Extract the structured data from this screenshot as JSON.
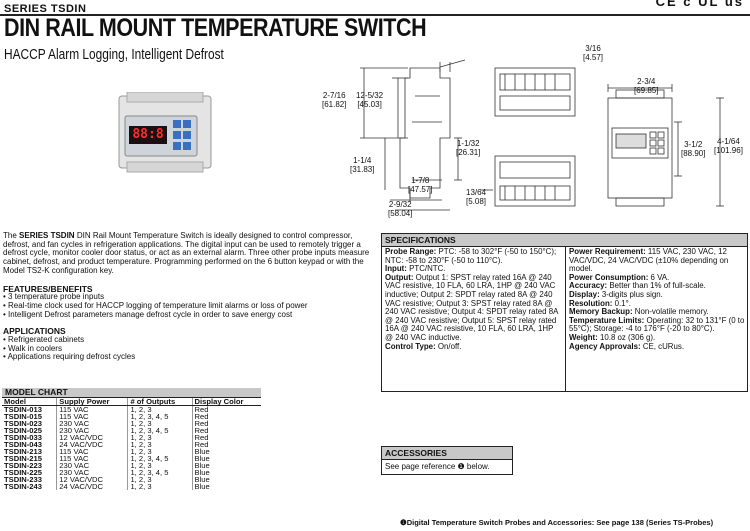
{
  "header": {
    "series": "SERIES TSDIN",
    "title": "DIN RAIL MOUNT TEMPERATURE SWITCH",
    "subtitle": "HACCP Alarm Logging, Intelligent Defrost",
    "certs": "CE c UL us"
  },
  "device": {
    "display": "88:8"
  },
  "dims": {
    "d1": "3/16",
    "d1m": "[4.57]",
    "d2": "2-7/16",
    "d2m": "[61.82]",
    "d3": "12-5/32",
    "d3m": "[45.03]",
    "d4": "2-3/4",
    "d4m": "[69.85]",
    "d5": "1-1/32",
    "d5m": "[26.31]",
    "d6": "1-1/4",
    "d6m": "[31.83]",
    "d7": "1-7/8",
    "d7m": "[47.57]",
    "d8": "2-9/32",
    "d8m": "[58.04]",
    "d9": "13/64",
    "d9m": "[5.08]",
    "d10": "3-1/2",
    "d10m": "[88.90]",
    "d11": "4-1/64",
    "d11m": "[101.96]"
  },
  "description": {
    "lead_bold": "SERIES TSDIN",
    "lead_pre": "The ",
    "text": " DIN Rail Mount Temperature Switch is ideally designed to control compressor, defrost, and fan cycles in refrigeration applications. The digital input can be used to remotely trigger a defrost cycle, monitor cooler door status, or act as an external alarm. Three other probe inputs measure cabinet, defrost, and product temperature. Programming performed on the 6 button keypad or with the Model TS2-K configuration key."
  },
  "features": {
    "title": "FEATURES/BENEFITS",
    "items": [
      "• 3 temperature probe inputs",
      "• Real-time clock used for HACCP logging of temperature limit alarms or loss of power",
      "• Intelligent Defrost parameters manage defrost cycle in order to save energy cost"
    ]
  },
  "applications": {
    "title": "APPLICATIONS",
    "items": [
      "• Refrigerated cabinets",
      "• Walk in coolers",
      "• Applications requiring defrost cycles"
    ]
  },
  "model_chart": {
    "caption": "MODEL CHART",
    "headers": [
      "Model",
      "Supply Power",
      "# of Outputs",
      "Display Color"
    ],
    "rows": [
      [
        "TSDIN-013",
        "115 VAC",
        "1, 2, 3",
        "Red"
      ],
      [
        "TSDIN-015",
        "115 VAC",
        "1, 2, 3, 4, 5",
        "Red"
      ],
      [
        "TSDIN-023",
        "230 VAC",
        "1, 2, 3",
        "Red"
      ],
      [
        "TSDIN-025",
        "230 VAC",
        "1, 2, 3, 4, 5",
        "Red"
      ],
      [
        "TSDIN-033",
        "12 VAC/VDC",
        "1, 2, 3",
        "Red"
      ],
      [
        "TSDIN-043",
        "24 VAC/VDC",
        "1, 2, 3",
        "Red"
      ],
      [
        "TSDIN-213",
        "115 VAC",
        "1, 2, 3",
        "Blue"
      ],
      [
        "TSDIN-215",
        "115 VAC",
        "1, 2, 3, 4, 5",
        "Blue"
      ],
      [
        "TSDIN-223",
        "230 VAC",
        "1, 2, 3",
        "Blue"
      ],
      [
        "TSDIN-225",
        "230 VAC",
        "1, 2, 3, 4, 5",
        "Blue"
      ],
      [
        "TSDIN-233",
        "12 VAC/VDC",
        "1, 2, 3",
        "Blue"
      ],
      [
        "TSDIN-243",
        "24 VAC/VDC",
        "1, 2, 3",
        "Blue"
      ]
    ]
  },
  "specs": {
    "title": "SPECIFICATIONS",
    "left": [
      {
        "label": "Probe Range:",
        "value": " PTC: -58 to 302°F (-50 to 150°C); NTC: -58 to 230°F (-50 to 110°C)."
      },
      {
        "label": "Input:",
        "value": " PTC/NTC."
      },
      {
        "label": "Output:",
        "value": " Output 1: SPST relay rated 16A @ 240 VAC resistive, 10 FLA, 60 LRA, 1HP @ 240 VAC inductive; Output 2: SPDT relay rated 8A @ 240 VAC resistive; Output 3: SPST relay rated 8A @ 240 VAC resistive; Output 4: SPDT relay rated 8A @ 240 VAC resistive; Output 5: SPST relay rated 16A @ 240 VAC resistive, 10 FLA, 60 LRA, 1HP @ 240 VAC inductive."
      },
      {
        "label": "Control Type:",
        "value": " On/off."
      }
    ],
    "right": [
      {
        "label": "Power Requirement:",
        "value": " 115 VAC, 230 VAC, 12 VAC/VDC, 24 VAC/VDC (±10% depending on model."
      },
      {
        "label": "Power Consumption:",
        "value": " 6 VA."
      },
      {
        "label": "Accuracy:",
        "value": " Better than 1% of full-scale."
      },
      {
        "label": "Display:",
        "value": " 3-digits plus sign."
      },
      {
        "label": "Resolution:",
        "value": " 0.1°."
      },
      {
        "label": "Memory Backup:",
        "value": " Non-volatile memory."
      },
      {
        "label": "Temperature Limits:",
        "value": " Operating: 32 to 131°F (0 to 55°C); Storage: -4 to 176°F (-20 to 80°C)."
      },
      {
        "label": "Weight:",
        "value": " 10.8 oz (306 g)."
      },
      {
        "label": "Agency Approvals:",
        "value": " CE, cURus."
      }
    ]
  },
  "accessories": {
    "title": "ACCESSORIES",
    "text": "See page reference ❶ below."
  },
  "footer": "❶Digital Temperature Switch Probes and Accessories: See page 138 (Series TS-Probes)"
}
